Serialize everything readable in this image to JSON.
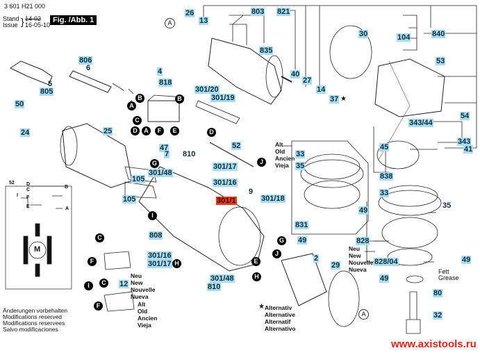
{
  "header": {
    "part_number": "3 601 H21 000",
    "stand_label": "Stand",
    "issue_label": "Issue",
    "stand_value": "14-02",
    "issue_value": "16-05-10",
    "figure_label": "Fig. /Abb. 1"
  },
  "parts": {
    "p806": "806",
    "p6": "6",
    "p5": "5",
    "p805": "805",
    "p50": "50",
    "p24": "24",
    "p25": "25",
    "p105a": "105",
    "p105b": "105",
    "p4": "4",
    "p818": "818",
    "p26": "26",
    "p13": "13",
    "p803": "803",
    "p835": "835",
    "p821": "821",
    "p40": "40",
    "p27": "27",
    "p14": "14",
    "p37": "37",
    "p30": "30",
    "p104": "104",
    "p840": "840",
    "p53": "53",
    "p54": "54",
    "p343_44": "343/44",
    "p343": "343",
    "p41": "41",
    "p45": "45",
    "p838": "838",
    "p301_20": "301/20",
    "p301_19": "301/19",
    "p52": "52",
    "p47": "47",
    "p7": "7",
    "p810a": "810",
    "p301_17a": "301/17",
    "p301_48a": "301/48",
    "p301_16a": "301/16",
    "p9": "9",
    "p301_1": "301/1",
    "p301_18": "301/18",
    "p808": "808",
    "p301_16b": "301/16",
    "p301_17b": "301/17",
    "p301_48b": "301/48",
    "p810b": "810",
    "p12": "12",
    "p33a": "33",
    "p35a": "35",
    "p49a": "49",
    "p831": "831",
    "p49b": "49",
    "p33b": "33",
    "p35b": "35",
    "p828": "828",
    "p828_04": "828/04",
    "p49c": "49",
    "p49d": "49",
    "p80": "80",
    "p32": "32",
    "p2": "2",
    "p29": "29"
  },
  "connectors": {
    "A": "A",
    "B": "B",
    "C": "C",
    "D": "D",
    "E": "E",
    "F": "F",
    "G": "G",
    "H": "H",
    "I": "I",
    "J": "J"
  },
  "variants": {
    "neu": [
      "Neu",
      "New",
      "Nouvelle",
      "Nueva"
    ],
    "alt": [
      "Alt",
      "Old",
      "Ancien",
      "Vieja"
    ]
  },
  "alternative_note": {
    "star": "★",
    "lines": [
      "Alternativ",
      "Alternative",
      "Alternatif",
      "Alternativo"
    ]
  },
  "grease": [
    "Fett",
    "Grease"
  ],
  "wiring": {
    "label_52": "52",
    "D": "D",
    "C": "C",
    "I": "I",
    "F": "F",
    "E": "E",
    "B": "B",
    "A": "A",
    "M": "M"
  },
  "footer_notes": [
    "Änderungen vorbehalten",
    "Modifications reserved",
    "Modifications reservees",
    "Salvo modificaciones"
  ],
  "watermark": "www.axistools.ru"
}
